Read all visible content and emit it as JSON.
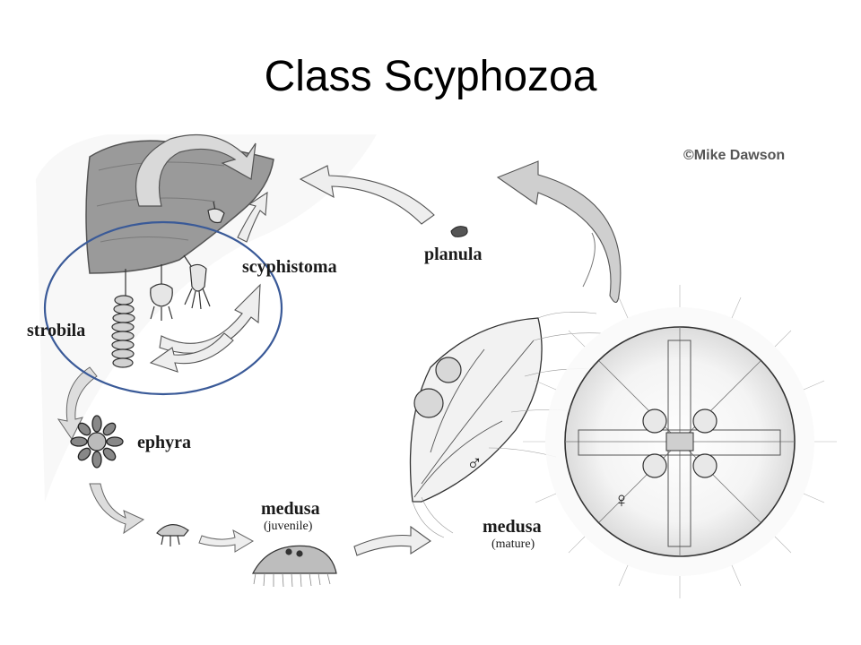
{
  "slide": {
    "title": "Class Scyphozoa"
  },
  "credit": "©Mike Dawson",
  "labels": {
    "scyphistoma": "scyphistoma",
    "planula": "planula",
    "strobila": "strobila",
    "ephyra": "ephyra",
    "medusa_juvenile": "medusa",
    "juvenile_note": "(juvenile)",
    "medusa_mature": "medusa",
    "mature_note": "(mature)"
  },
  "symbols": {
    "male": "♂",
    "female": "♀"
  },
  "colors": {
    "highlight_circle": "#3a5a98",
    "arrow_fill": "#d9d9d9",
    "arrow_stroke": "#555555",
    "rock": "#8a8a8a"
  }
}
